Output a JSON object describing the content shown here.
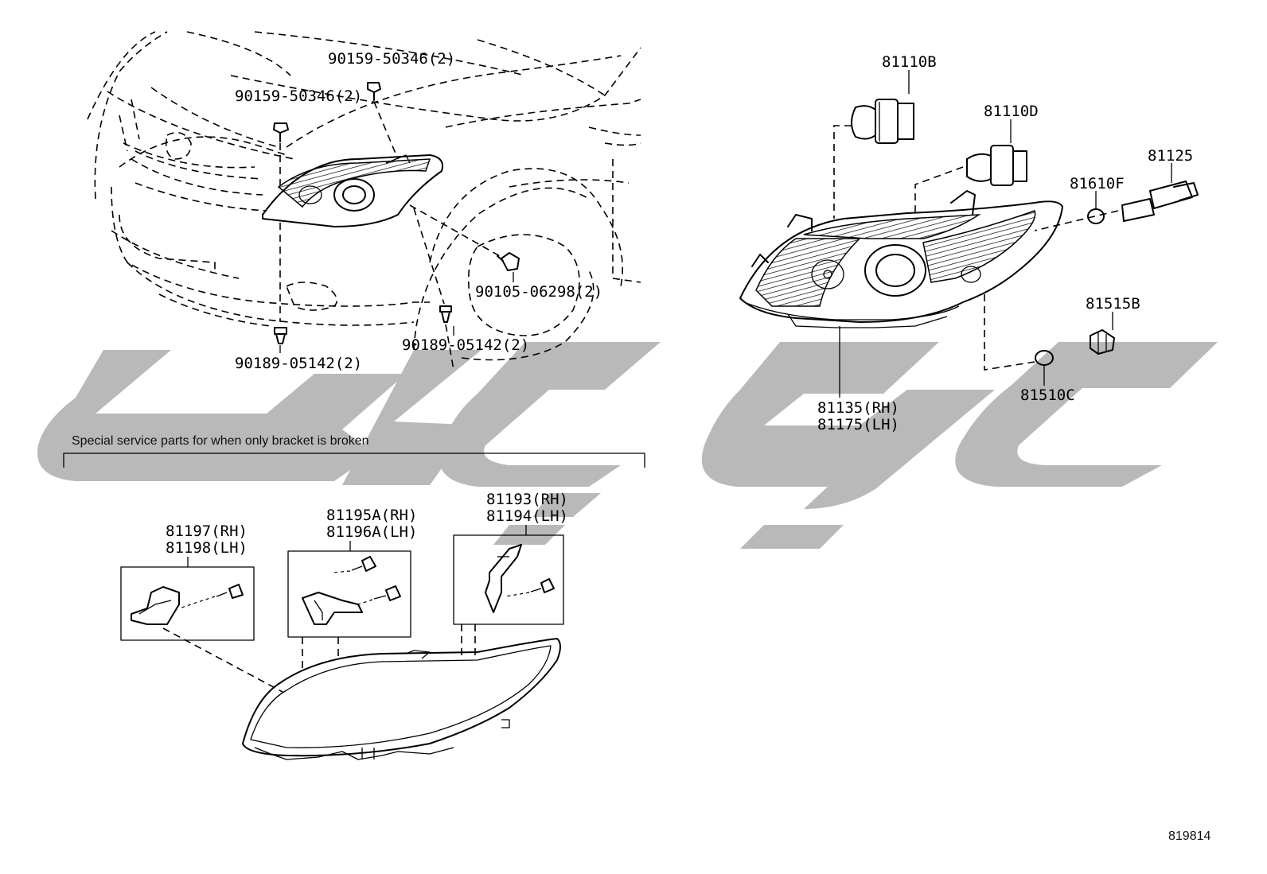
{
  "labels": {
    "bolt_top_center": "90159-50346(2)",
    "bolt_top_left": "90159-50346(2)",
    "bolt_fender": "90105-06298(2)",
    "clip_bottom_right": "90189-05142(2)",
    "clip_bottom_left": "90189-05142(2)",
    "bulb_hi": "81110B",
    "bulb_lo": "81110D",
    "socket": "81125",
    "side_bulb": "81610F",
    "socket_small": "81515B",
    "side_bulb_small": "81510C",
    "lamp_rh": "81135(RH)",
    "lamp_lh": "81175(LH)",
    "bracket1_rh": "81197(RH)",
    "bracket1_lh": "81198(LH)",
    "bracket2_rh": "81195A(RH)",
    "bracket2_lh": "81196A(LH)",
    "bracket3_rh": "81193(RH)",
    "bracket3_lh": "81194(LH)"
  },
  "caption": "Special service parts for when only bracket is broken",
  "figure_id": "819814",
  "colors": {
    "ink": "#000000",
    "watermark": "#b9b9b9"
  }
}
